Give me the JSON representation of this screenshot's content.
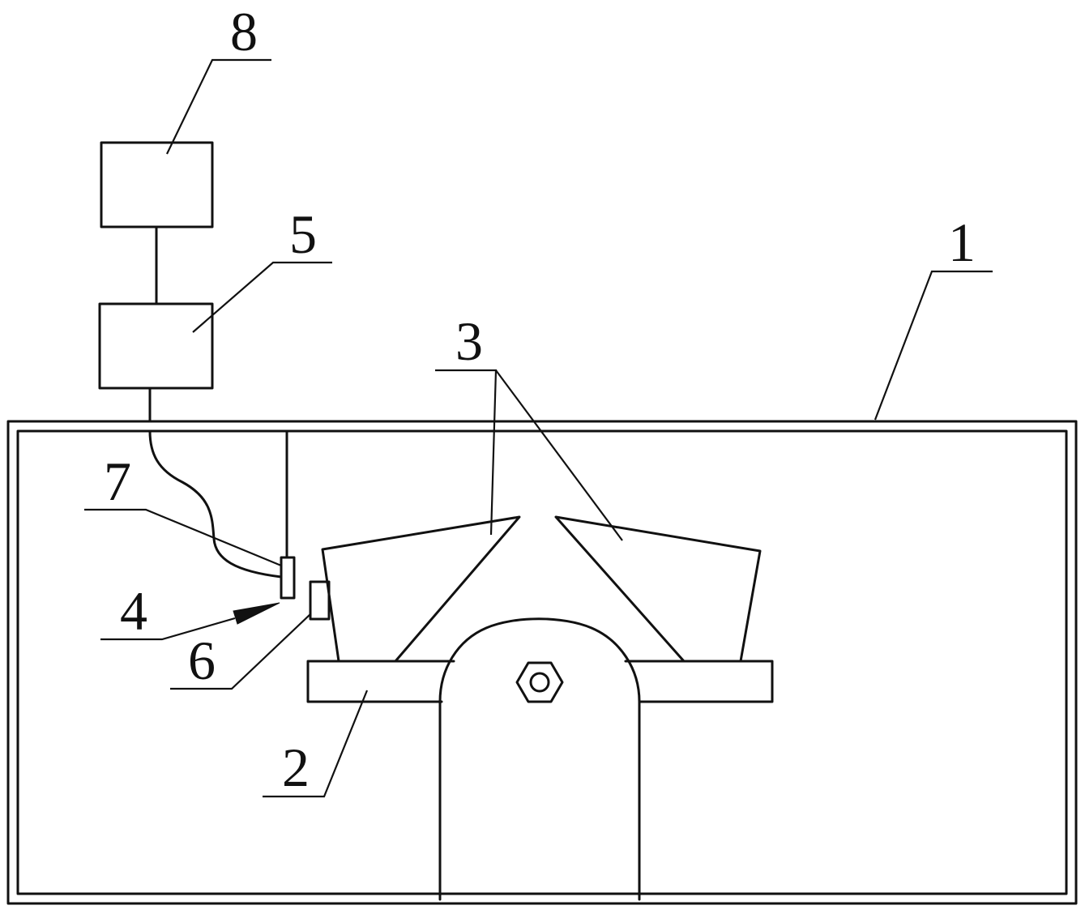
{
  "labels": {
    "housing": "1",
    "base_plate": "2",
    "blades": "3",
    "gap": "4",
    "controller": "5",
    "target": "6",
    "sensor": "7",
    "display": "8"
  }
}
